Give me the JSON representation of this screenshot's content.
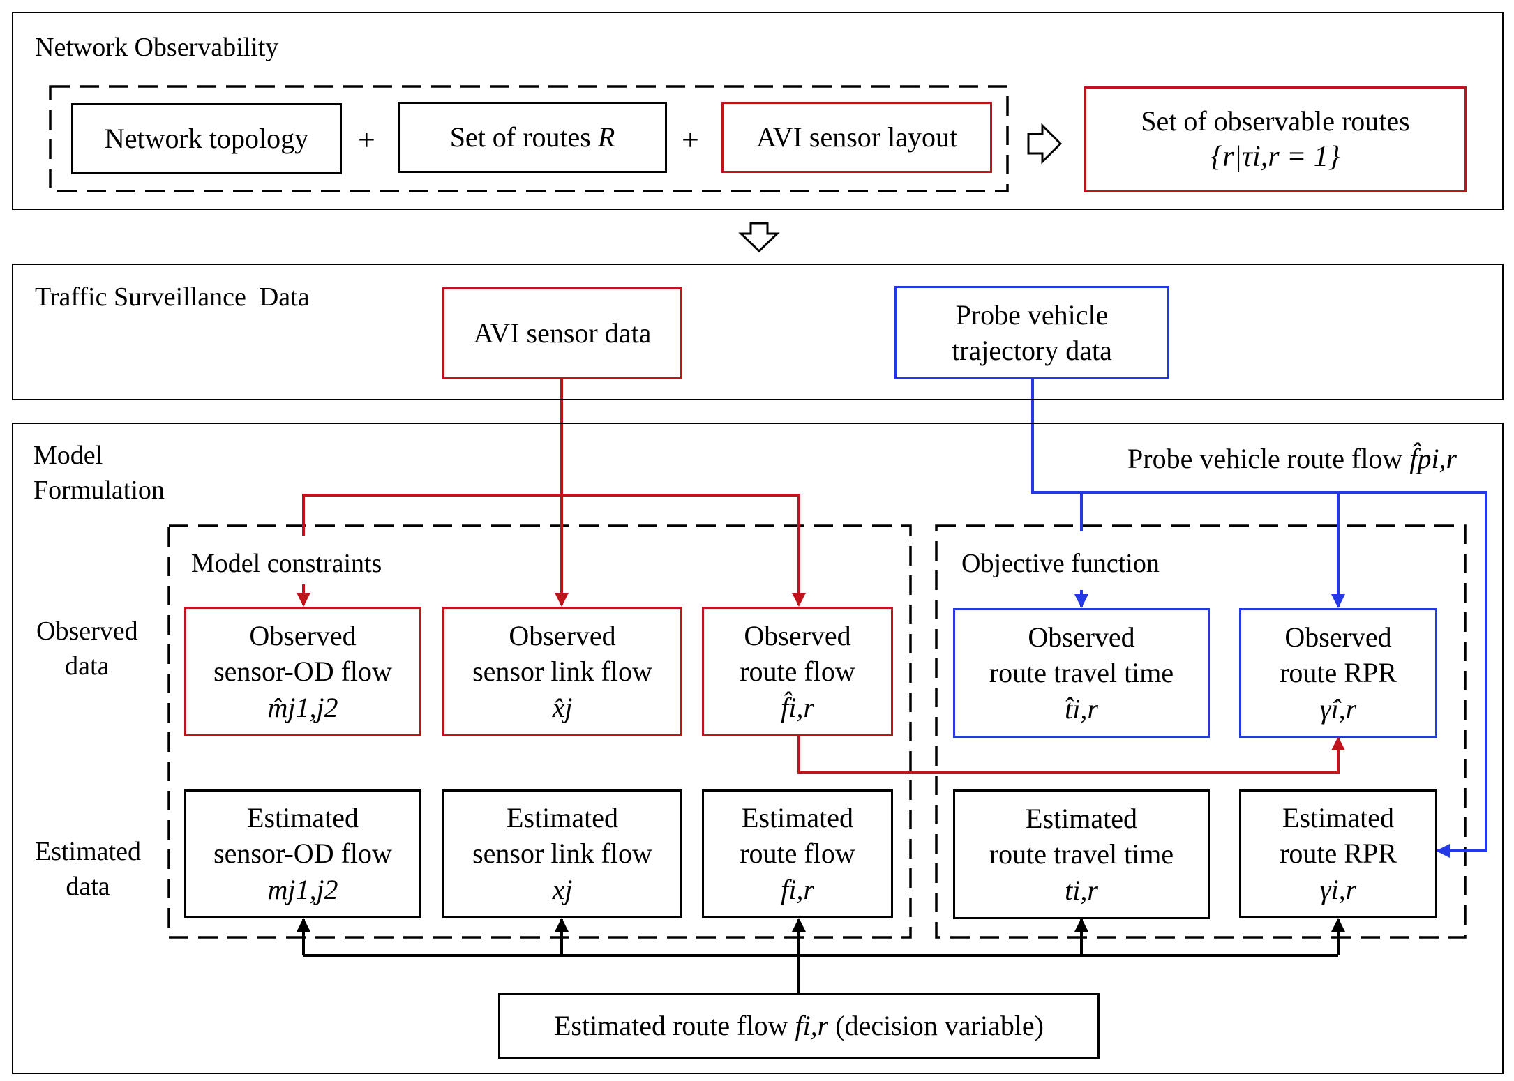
{
  "colors": {
    "black": "#000000",
    "red": "#c0141c",
    "blue": "#2438e6"
  },
  "observability": {
    "title": "Network Observability",
    "topology": "Network topology",
    "routes_text": "Set of routes",
    "routes_var": "R",
    "sensor_layout": "AVI sensor layout",
    "plus": "+",
    "result_line1": "Set of observable routes",
    "result_formula": "{r|τi,r = 1}"
  },
  "surveillance": {
    "title": "Traffic Surveillance  Data",
    "avi": "AVI sensor data",
    "probe_line1": "Probe vehicle",
    "probe_line2": "trajectory data"
  },
  "model": {
    "title_line1": "Model",
    "title_line2": "Formulation",
    "constraints_label": "Model constraints",
    "objective_label": "Objective function",
    "probe_route_flow": "Probe vehicle route flow",
    "probe_route_flow_var": "f̂pi,r",
    "observed_row_line1": "Observed",
    "observed_row_line2": "data",
    "estimated_row_line1": "Estimated",
    "estimated_row_line2": "data",
    "observed_boxes": [
      {
        "line1": "Observed",
        "line2": "sensor-OD flow",
        "var": "m̂j1,j2"
      },
      {
        "line1": "Observed",
        "line2": "sensor link flow",
        "var": "x̂j"
      },
      {
        "line1": "Observed",
        "line2": "route flow",
        "var": "f̂i,r"
      },
      {
        "line1": "Observed",
        "line2": "route travel time",
        "var": "t̂i,r"
      },
      {
        "line1": "Observed",
        "line2": "route RPR",
        "var": "γ̂i,r"
      }
    ],
    "estimated_boxes": [
      {
        "line1": "Estimated",
        "line2": "sensor-OD flow",
        "var": "mj1,j2"
      },
      {
        "line1": "Estimated",
        "line2": "sensor link flow",
        "var": "xj"
      },
      {
        "line1": "Estimated",
        "line2": "route flow",
        "var": "fi,r"
      },
      {
        "line1": "Estimated",
        "line2": "route travel time",
        "var": "ti,r"
      },
      {
        "line1": "Estimated",
        "line2": "route RPR",
        "var": "γi,r"
      }
    ],
    "decision_text": "Estimated route flow",
    "decision_var": "fi,r",
    "decision_suffix": "(decision variable)"
  }
}
